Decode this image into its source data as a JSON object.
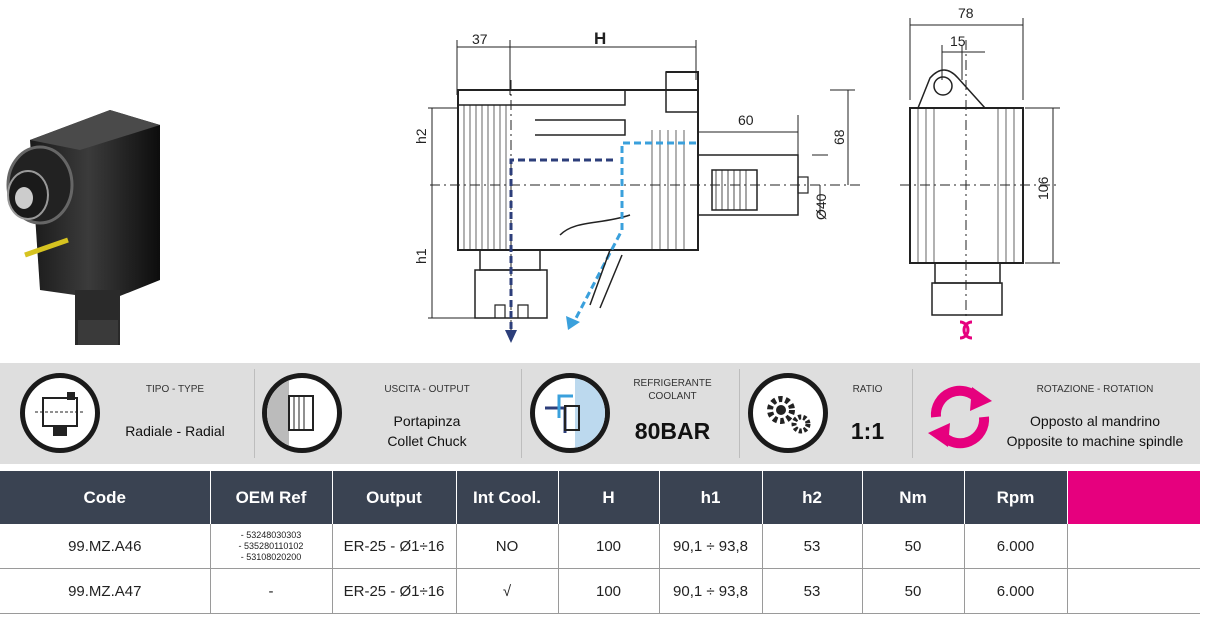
{
  "drawing": {
    "dim_37": "37",
    "dim_H": "H",
    "dim_h2": "h2",
    "dim_h1": "h1",
    "dim_60": "60",
    "dim_68": "68",
    "dim_d40": "Ø40",
    "dim_78": "78",
    "dim_15": "15",
    "dim_106": "106"
  },
  "info": {
    "type": {
      "head": "TIPO - TYPE",
      "value": "Radiale - Radial",
      "icon": "radial-type-icon"
    },
    "output": {
      "head": "USCITA - OUTPUT",
      "value_it": "Portapinza",
      "value_en": "Collet Chuck",
      "icon": "collet-chuck-icon"
    },
    "coolant": {
      "head_it": "REFRIGERANTE",
      "head_en": "COOLANT",
      "value": "80BAR",
      "icon": "coolant-icon"
    },
    "ratio": {
      "head": "RATIO",
      "value": "1:1",
      "icon": "gears-icon"
    },
    "rotation": {
      "head": "ROTAZIONE - ROTATION",
      "value_it": "Opposto al mandrino",
      "value_en": "Opposite to machine spindle",
      "icon": "rotation-arrows-icon"
    }
  },
  "colors": {
    "accent": "#e6007e",
    "header_bg": "#3a4352",
    "coolant_blue": "#3aa0dc",
    "coolant_dark": "#2c3e7a"
  },
  "table": {
    "headers": [
      "Code",
      "OEM Ref",
      "Output",
      "Int Cool.",
      "H",
      "h1",
      "h2",
      "Nm",
      "Rpm",
      ""
    ],
    "rows": [
      {
        "code": "99.MZ.A46",
        "oem_1": "- 53248030303",
        "oem_2": "- 535280110102",
        "oem_3": "- 53108020200",
        "output": "ER-25 - Ø1÷16",
        "int_cool": "NO",
        "H": "100",
        "h1": "90,1 ÷ 93,8",
        "h2": "53",
        "nm": "50",
        "rpm": "6.000"
      },
      {
        "code": "99.MZ.A47",
        "oem": "-",
        "output": "ER-25 - Ø1÷16",
        "int_cool": "√",
        "H": "100",
        "h1": "90,1 ÷ 93,8",
        "h2": "53",
        "nm": "50",
        "rpm": "6.000"
      }
    ]
  }
}
